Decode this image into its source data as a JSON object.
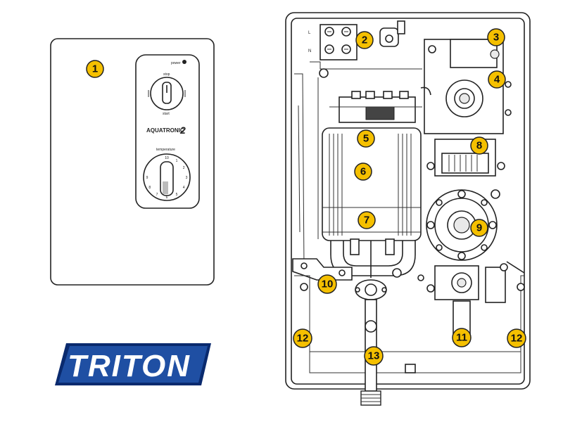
{
  "callouts": [
    "1",
    "2",
    "3",
    "4",
    "5",
    "6",
    "7",
    "8",
    "9",
    "10",
    "11",
    "12",
    "12",
    "13"
  ],
  "terminal_labels": {
    "live": "L",
    "neutral": "N"
  },
  "front_panel": {
    "power_label": "power",
    "stop_label": "stop",
    "start_label": "start",
    "brand_text": "AQUATRONIC",
    "model_numeral": "2",
    "temperature_label": "temperature",
    "dial_numbers": [
      "10",
      "1",
      "2",
      "3",
      "4",
      "5",
      "6",
      "7",
      "8",
      "9"
    ]
  },
  "logo": {
    "text": "TRITON",
    "colors": {
      "border": "#0a2a6e",
      "fill": "#1f4fa3"
    }
  },
  "colors": {
    "callout_fill": "#f5c000",
    "line": "#222222"
  }
}
